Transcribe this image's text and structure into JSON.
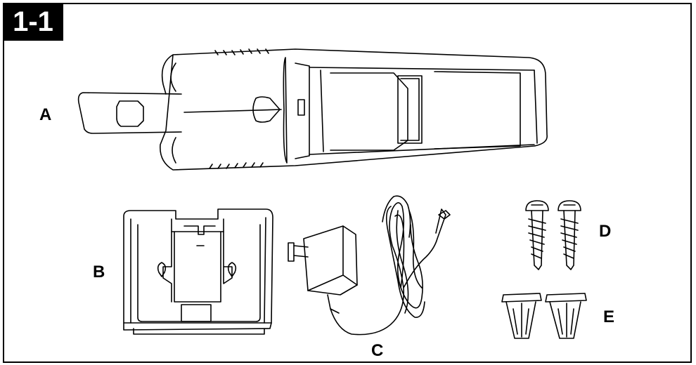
{
  "figure": {
    "badge": "1-1",
    "labels": {
      "a": "A",
      "b": "B",
      "c": "C",
      "d": "D",
      "e": "E"
    }
  }
}
